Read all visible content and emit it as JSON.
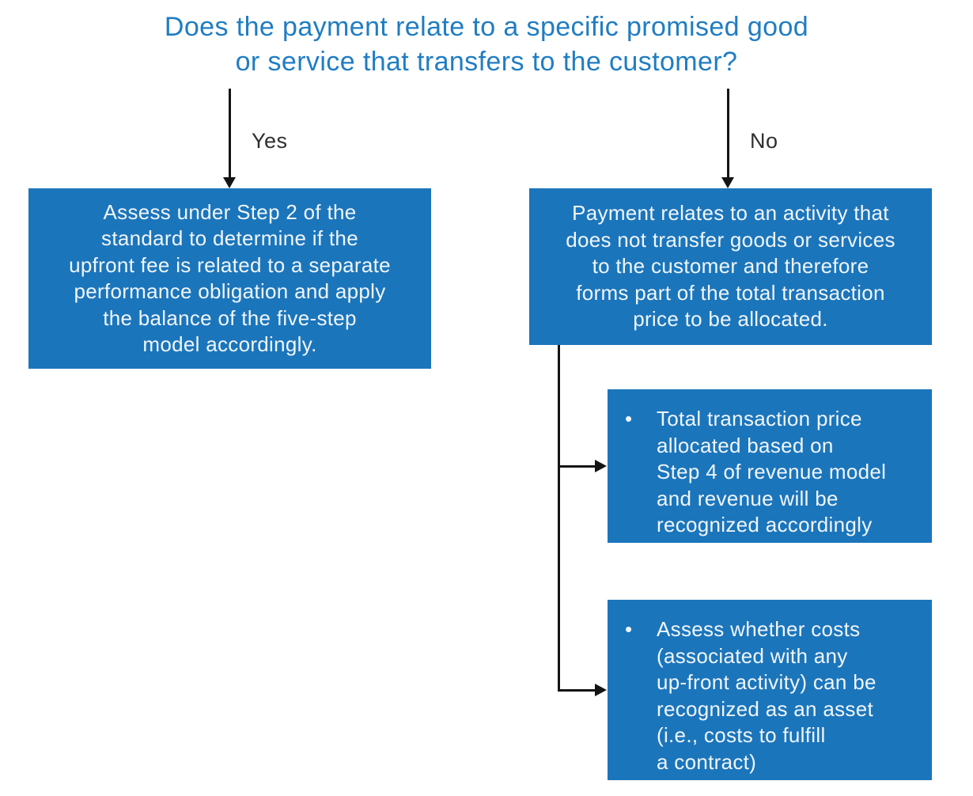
{
  "diagram": {
    "question": "Does the payment relate to a specific promised good\nor service that transfers to the customer?",
    "branches": {
      "yes": {
        "label": "Yes",
        "box_text": "Assess under Step 2 of the\nstandard to determine if the\nupfront fee is related to a separate\nperformance obligation and apply\nthe balance of the five-step\nmodel accordingly."
      },
      "no": {
        "label": "No",
        "box_text": "Payment relates to an activity that\ndoes not transfer goods or services\nto the customer and therefore\nforms part of the total transaction\nprice to be allocated."
      }
    },
    "outcomes": [
      {
        "bullet": "•",
        "text": "Total transaction price\nallocated based on\nStep 4 of revenue model\nand revenue will be\nrecognized accordingly"
      },
      {
        "bullet": "•",
        "text": "Assess whether costs\n(associated  with any\nup-front activity) can be\nrecognized as an asset\n(i.e., costs to fulfill\na contract)"
      }
    ],
    "colors": {
      "box_fill": "#1b75bb",
      "title_text": "#1f7dc3",
      "box_text": "#f0f6fb",
      "line": "#141414",
      "label_text": "#2e2e2e"
    }
  }
}
